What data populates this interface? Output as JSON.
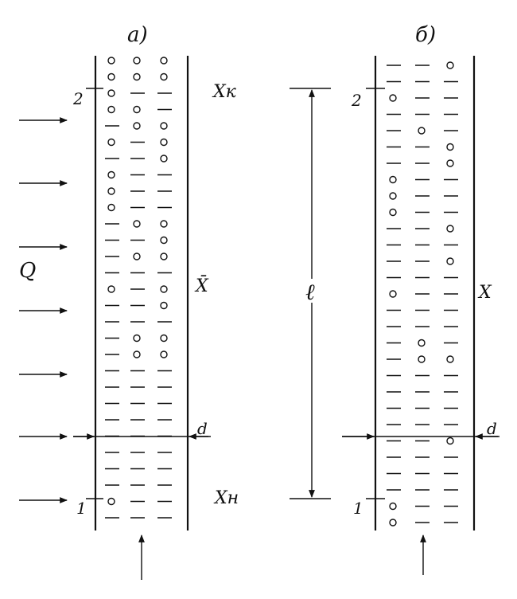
{
  "colors": {
    "ink": "#111111",
    "background": "#ffffff"
  },
  "panel_a": {
    "label": "а)",
    "mark_top": "2",
    "mark_bottom": "1",
    "x_top": "Xк",
    "x_mid": "X̄",
    "x_bottom": "Xн",
    "d_label": "d",
    "heat_label": "Q"
  },
  "panel_b": {
    "label": "б)",
    "mark_top": "2",
    "mark_bottom": "1",
    "x_mid": "X",
    "d_label": "d"
  },
  "dimension": {
    "length_label": "ℓ"
  },
  "icons": [
    "arrow-right-icon",
    "arrow-up-icon",
    "arrow-down-icon",
    "bubble-icon"
  ]
}
